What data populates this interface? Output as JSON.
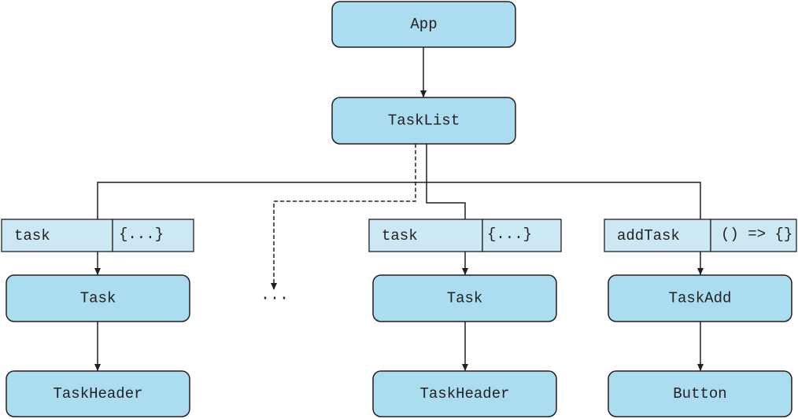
{
  "colors": {
    "node_fill": "#abdcef",
    "prop_fill": "#cde8f5",
    "line": "#231f20"
  },
  "nodes": {
    "app": "App",
    "task_list": "TaskList",
    "task_left": "Task",
    "task_header_left": "TaskHeader",
    "task_middle": "Task",
    "task_header_middle": "TaskHeader",
    "task_add": "TaskAdd",
    "button": "Button"
  },
  "props": [
    {
      "name": "task",
      "value": "{...}"
    },
    {
      "name": "task",
      "value": "{...}"
    },
    {
      "name": "addTask",
      "value": "() => {}"
    }
  ],
  "ellipsis": "..."
}
